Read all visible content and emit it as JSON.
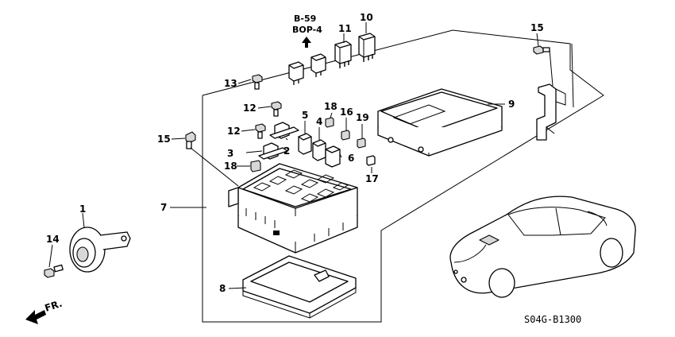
{
  "diagram": {
    "reference": [
      "B-59",
      "BOP-4"
    ],
    "diagram_code": "S04G-B1300",
    "direction_label": "FR.",
    "callouts": [
      {
        "id": "c1",
        "label": "1"
      },
      {
        "id": "c2",
        "label": "2"
      },
      {
        "id": "c3",
        "label": "3"
      },
      {
        "id": "c4",
        "label": "4"
      },
      {
        "id": "c5",
        "label": "5"
      },
      {
        "id": "c6",
        "label": "6"
      },
      {
        "id": "c7",
        "label": "7"
      },
      {
        "id": "c8",
        "label": "8"
      },
      {
        "id": "c9",
        "label": "9"
      },
      {
        "id": "c10",
        "label": "10"
      },
      {
        "id": "c11",
        "label": "11"
      },
      {
        "id": "c12a",
        "label": "12"
      },
      {
        "id": "c12b",
        "label": "12"
      },
      {
        "id": "c13",
        "label": "13"
      },
      {
        "id": "c14",
        "label": "14"
      },
      {
        "id": "c15a",
        "label": "15"
      },
      {
        "id": "c15b",
        "label": "15"
      },
      {
        "id": "c16",
        "label": "16"
      },
      {
        "id": "c17",
        "label": "17"
      },
      {
        "id": "c18a",
        "label": "18"
      },
      {
        "id": "c18b",
        "label": "18"
      },
      {
        "id": "c19",
        "label": "19"
      }
    ]
  }
}
